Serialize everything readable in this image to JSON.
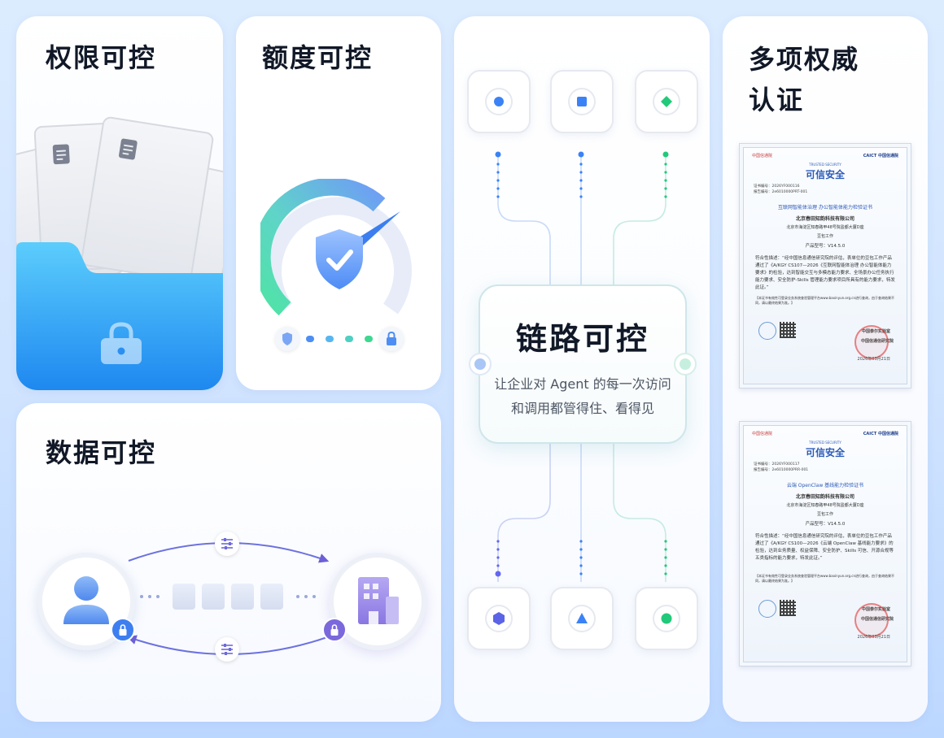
{
  "cards": {
    "permission": {
      "title": "权限可控"
    },
    "quota": {
      "title": "额度可控"
    },
    "data": {
      "title": "数据可控"
    },
    "chain": {
      "title": "链路可控",
      "subtitle_line1": "让企业对 Agent 的每一次访问",
      "subtitle_line2": "和调用都管得住、看得见"
    },
    "certs": {
      "title_line1": "多项权威",
      "title_line2": "认证"
    }
  },
  "certificates": [
    {
      "org_left": "中国信通院",
      "brand": "可信安全",
      "brand_en": "TRUSTED SECURITY",
      "org_right": "CAICT 中国信通院",
      "cert_no_label": "证书编号：",
      "cert_no": "2026YF000116",
      "report_no_label": "报告编号：",
      "report_no": "2e6010000PRT-001",
      "name": "互联网智能体治理 办公智能体能力检验证书",
      "company": "北京春田知韵科技有限公司",
      "address": "北京市海淀区知春路甲48号院盈都大厦D座",
      "product": "豆包工作",
      "model": "产品型号：V14.5.0",
      "body": "符合性描述：“经中国信息通信研究院的评估，表单位的豆包工作产品通过了《A/KGY CS107—2026《互联网智能体治理 办公智能体能力要求》的检验，达到智能交互与多模态能力要求、全场景办公任务执行能力要求、安全防护-Skills 管理能力要求项目所具有的能力要求，特发此证。”",
      "note": "【本证书有效性可登录业务系统查验管理平台www.baxinyun.org.cn进行查询，由于查询结果不同，请以最终结果为准。】",
      "issuer1": "中国泰尔实验室",
      "issuer2": "中国信通信研究院",
      "date": "2026年03月21日"
    },
    {
      "org_left": "中国信通院",
      "brand": "可信安全",
      "brand_en": "TRUSTED SECURITY",
      "org_right": "CAICT 中国信通院",
      "cert_no_label": "证书编号：",
      "cert_no": "2026YF000117",
      "report_no_label": "报告编号：",
      "report_no": "2e6010000PRR-001",
      "name": "云端 OpenClaw 基线能力检验证书",
      "company": "北京春田知韵科技有限公司",
      "address": "北京市海淀区知春路甲48号院盈都大厦D座",
      "product": "豆包工作",
      "model": "产品型号：V14.5.0",
      "body": "符合性描述：“经中国信息通信研究院的评估，表单位的豆包工作产品通过了《A/KGY CS100—2026《云端 OpenClaw 基线能力要求》的检验，达到业务质量、权益保障、安全防护、Skills 可信、开源合规等五类指标的能力要求，特发此证。”",
      "note": "【本证书有效性可登录业务系统查验管理平台www.baxinyun.org.cn进行查询，由于查询结果不同，请以最终结果为准。】",
      "issuer1": "中国泰尔实验室",
      "issuer2": "中国信通信研究院",
      "date": "2026年03月21日"
    }
  ],
  "colors": {
    "blue": "#3b82f6",
    "teal": "#34c4a0",
    "green": "#22c97a",
    "purple": "#8b7ce8",
    "folder": "#2f9bf5"
  },
  "icons": {
    "chain_top": [
      "circle-icon",
      "square-icon",
      "diamond-icon"
    ],
    "chain_bottom": [
      "hexagon-icon",
      "triangle-icon",
      "circle-icon"
    ]
  }
}
